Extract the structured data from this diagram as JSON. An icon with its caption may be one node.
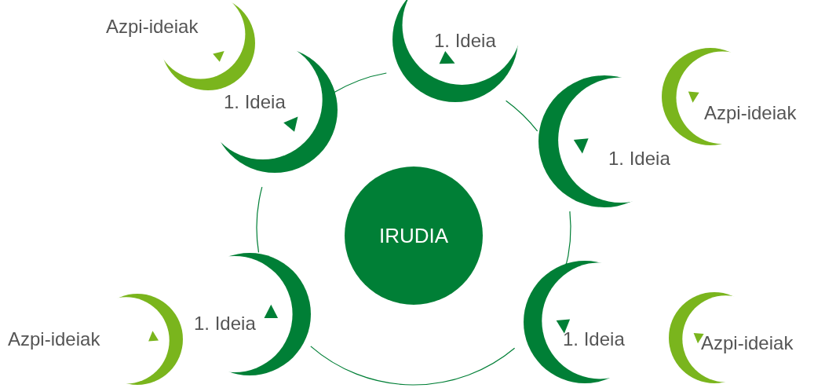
{
  "diagram": {
    "nodes": [
      {
        "text": [
          "Azpi-ideiak"
        ]
      },
      {
        "text": [
          "1. Ideia"
        ]
      },
      {
        "text": [
          "1. Ideia"
        ]
      },
      {
        "text": [
          "Azpi-ideiak"
        ]
      },
      {
        "text": [
          "1. Ideia"
        ]
      },
      {
        "text": [
          "IRUDIA"
        ]
      },
      {
        "text": [
          "1. Ideia"
        ]
      },
      {
        "text": [
          "1. Ideia"
        ]
      },
      {
        "text": [
          "Azpi-ideiak"
        ]
      },
      {
        "text": [
          "Azpi-ideiak"
        ]
      }
    ],
    "edges": [
      {
        "from": 2,
        "to": 1,
        "arrow": "none"
      },
      {
        "from": 1,
        "to": 4,
        "arrow": "none"
      },
      {
        "from": 4,
        "to": 7,
        "arrow": "none"
      },
      {
        "from": 7,
        "to": 6,
        "arrow": "none"
      },
      {
        "from": 6,
        "to": 2,
        "arrow": "none"
      }
    ]
  }
}
